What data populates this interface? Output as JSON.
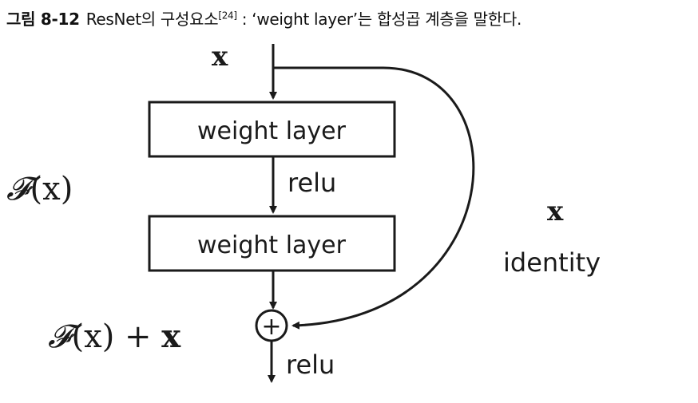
{
  "caption": {
    "figure_number": "그림 8-12",
    "text_before_ref": "ResNet의 구성요소",
    "ref": "[24]",
    "text_after_ref": " : ‘weight layer’는 합성곱 계층을 말한다."
  },
  "diagram": {
    "input_label": "x",
    "layer1_label": "weight layer",
    "layer2_label": "weight layer",
    "relu_mid": "relu",
    "relu_out": "relu",
    "residual_f": "𝓕",
    "residual_arg": "(x)",
    "sum_f": "𝓕",
    "sum_arg": "(x)",
    "sum_plus": " + ",
    "sum_x": "x",
    "skip_x": "x",
    "skip_label": "identity",
    "adder_symbol": "+"
  }
}
